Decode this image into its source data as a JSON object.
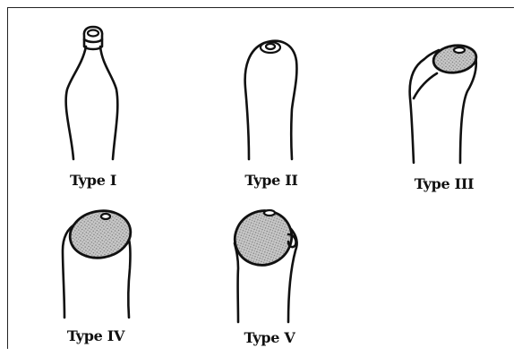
{
  "figure": {
    "panels": [
      {
        "id": "type-1",
        "label": "Type I"
      },
      {
        "id": "type-2",
        "label": "Type II"
      },
      {
        "id": "type-3",
        "label": "Type III"
      },
      {
        "id": "type-4",
        "label": "Type IV"
      },
      {
        "id": "type-5",
        "label": "Type V"
      }
    ]
  }
}
